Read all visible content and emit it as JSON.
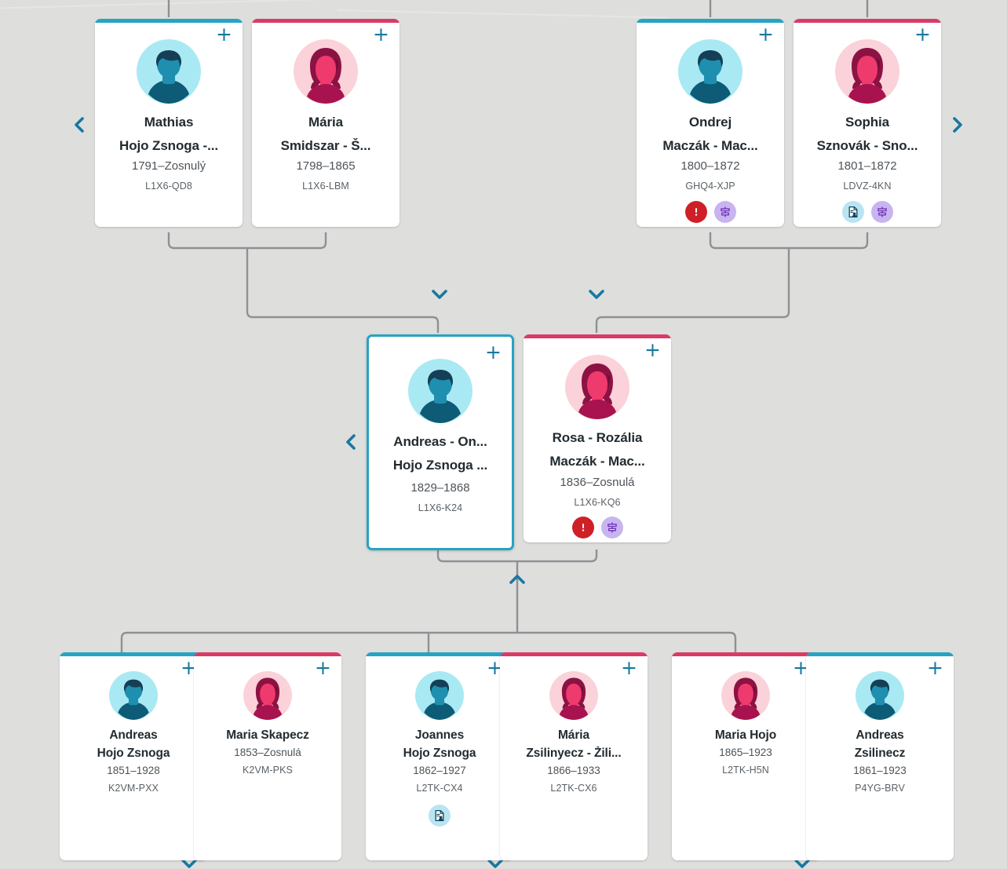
{
  "view": {
    "background": "#dededd",
    "male_color": "#27a3c4",
    "female_color": "#d93b66",
    "accent": "#1878a0"
  },
  "nav": {
    "prev_grandparents_label": "‹",
    "next_grandparents_label": "›",
    "prev_parents_label": "‹",
    "icons": {
      "left": "chevron-left-icon",
      "right": "chevron-right-icon",
      "down": "chevron-down-icon",
      "up": "chevron-up-icon"
    }
  },
  "add_label": "+",
  "generations": {
    "grandparents": [
      {
        "id": "mathias",
        "given": "Mathias",
        "surname": "Hojo Zsnoga -...",
        "lifespan": "1791–Zosnulý",
        "pid": "L1X6-QD8",
        "sex": "male",
        "badges": []
      },
      {
        "id": "maria-smidszar",
        "given": "Mária",
        "surname": "Smidszar - Š...",
        "lifespan": "1798–1865",
        "pid": "L1X6-LBM",
        "sex": "female",
        "badges": []
      },
      {
        "id": "ondrej",
        "given": "Ondrej",
        "surname": "Maczák - Mac...",
        "lifespan": "1800–1872",
        "pid": "GHQ4-XJP",
        "sex": "male",
        "badges": [
          "alert",
          "source"
        ]
      },
      {
        "id": "sophia",
        "given": "Sophia",
        "surname": "Sznovák - Sno...",
        "lifespan": "1801–1872",
        "pid": "LDVZ-4KN",
        "sex": "female",
        "badges": [
          "record",
          "source"
        ]
      }
    ],
    "parents": [
      {
        "id": "andreas-ondrej",
        "given": "Andreas - On...",
        "surname": "Hojo Zsnoga ...",
        "lifespan": "1829–1868",
        "pid": "L1X6-K24",
        "sex": "male",
        "focused": true,
        "badges": []
      },
      {
        "id": "rosa-rozalia",
        "given": "Rosa - Rozália",
        "surname": "Maczák - Mac...",
        "lifespan": "1836–Zosnulá",
        "pid": "L1X6-KQ6",
        "sex": "female",
        "focused": false,
        "badges": [
          "alert",
          "source"
        ]
      }
    ],
    "children": [
      {
        "id": "andreas-hojo",
        "given": "Andreas",
        "surname": "Hojo Zsnoga",
        "lifespan": "1851–1928",
        "pid": "K2VM-PXX",
        "sex": "male",
        "badges": []
      },
      {
        "id": "maria-skapecz",
        "given": "Maria Skapecz",
        "surname": "",
        "lifespan": "1853–Zosnulá",
        "pid": "K2VM-PKS",
        "sex": "female",
        "badges": []
      },
      {
        "id": "joannes-hojo",
        "given": "Joannes",
        "surname": "Hojo Zsnoga",
        "lifespan": "1862–1927",
        "pid": "L2TK-CX4",
        "sex": "male",
        "badges": [
          "record"
        ]
      },
      {
        "id": "maria-zsilinyecz",
        "given": "Mária",
        "surname": "Zsilinyecz - Žili...",
        "lifespan": "1866–1933",
        "pid": "L2TK-CX6",
        "sex": "female",
        "badges": []
      },
      {
        "id": "maria-hojo",
        "given": "Maria Hojo",
        "surname": "",
        "lifespan": "1865–1923",
        "pid": "L2TK-H5N",
        "sex": "female",
        "badges": []
      },
      {
        "id": "andreas-zsilinecz",
        "given": "Andreas",
        "surname": "Zsilinecz",
        "lifespan": "1861–1923",
        "pid": "P4YG-BRV",
        "sex": "male",
        "badges": []
      }
    ]
  }
}
